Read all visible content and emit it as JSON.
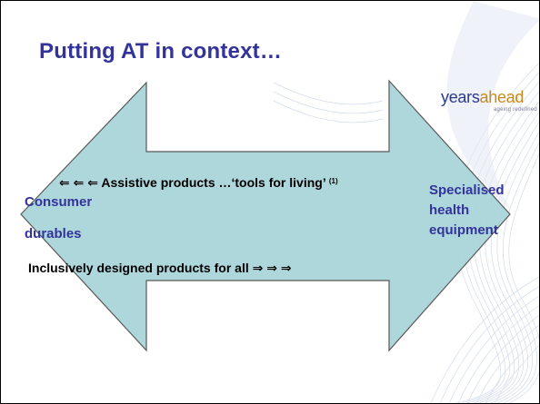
{
  "slide": {
    "title": "Putting AT in context…",
    "logo": {
      "word_part1": "years",
      "word_part2": "ahead",
      "tagline": "ageing redefined"
    },
    "top_statement": "⇐ ⇐ ⇐  Assistive products …‘tools for living’",
    "top_footnote": "(1)",
    "bottom_statement": "Inclusively designed products for all ⇒ ⇒ ⇒",
    "left_label_line1": "Consumer",
    "left_label_line2": "durables",
    "right_label_line1": "Specialised",
    "right_label_line2": "health",
    "right_label_line3": "equipment"
  },
  "colors": {
    "title": "#33339a",
    "arrow_fill": "#a8d4da",
    "arrow_stroke": "#4a4a4a",
    "swoosh": "#c8d2e6"
  }
}
